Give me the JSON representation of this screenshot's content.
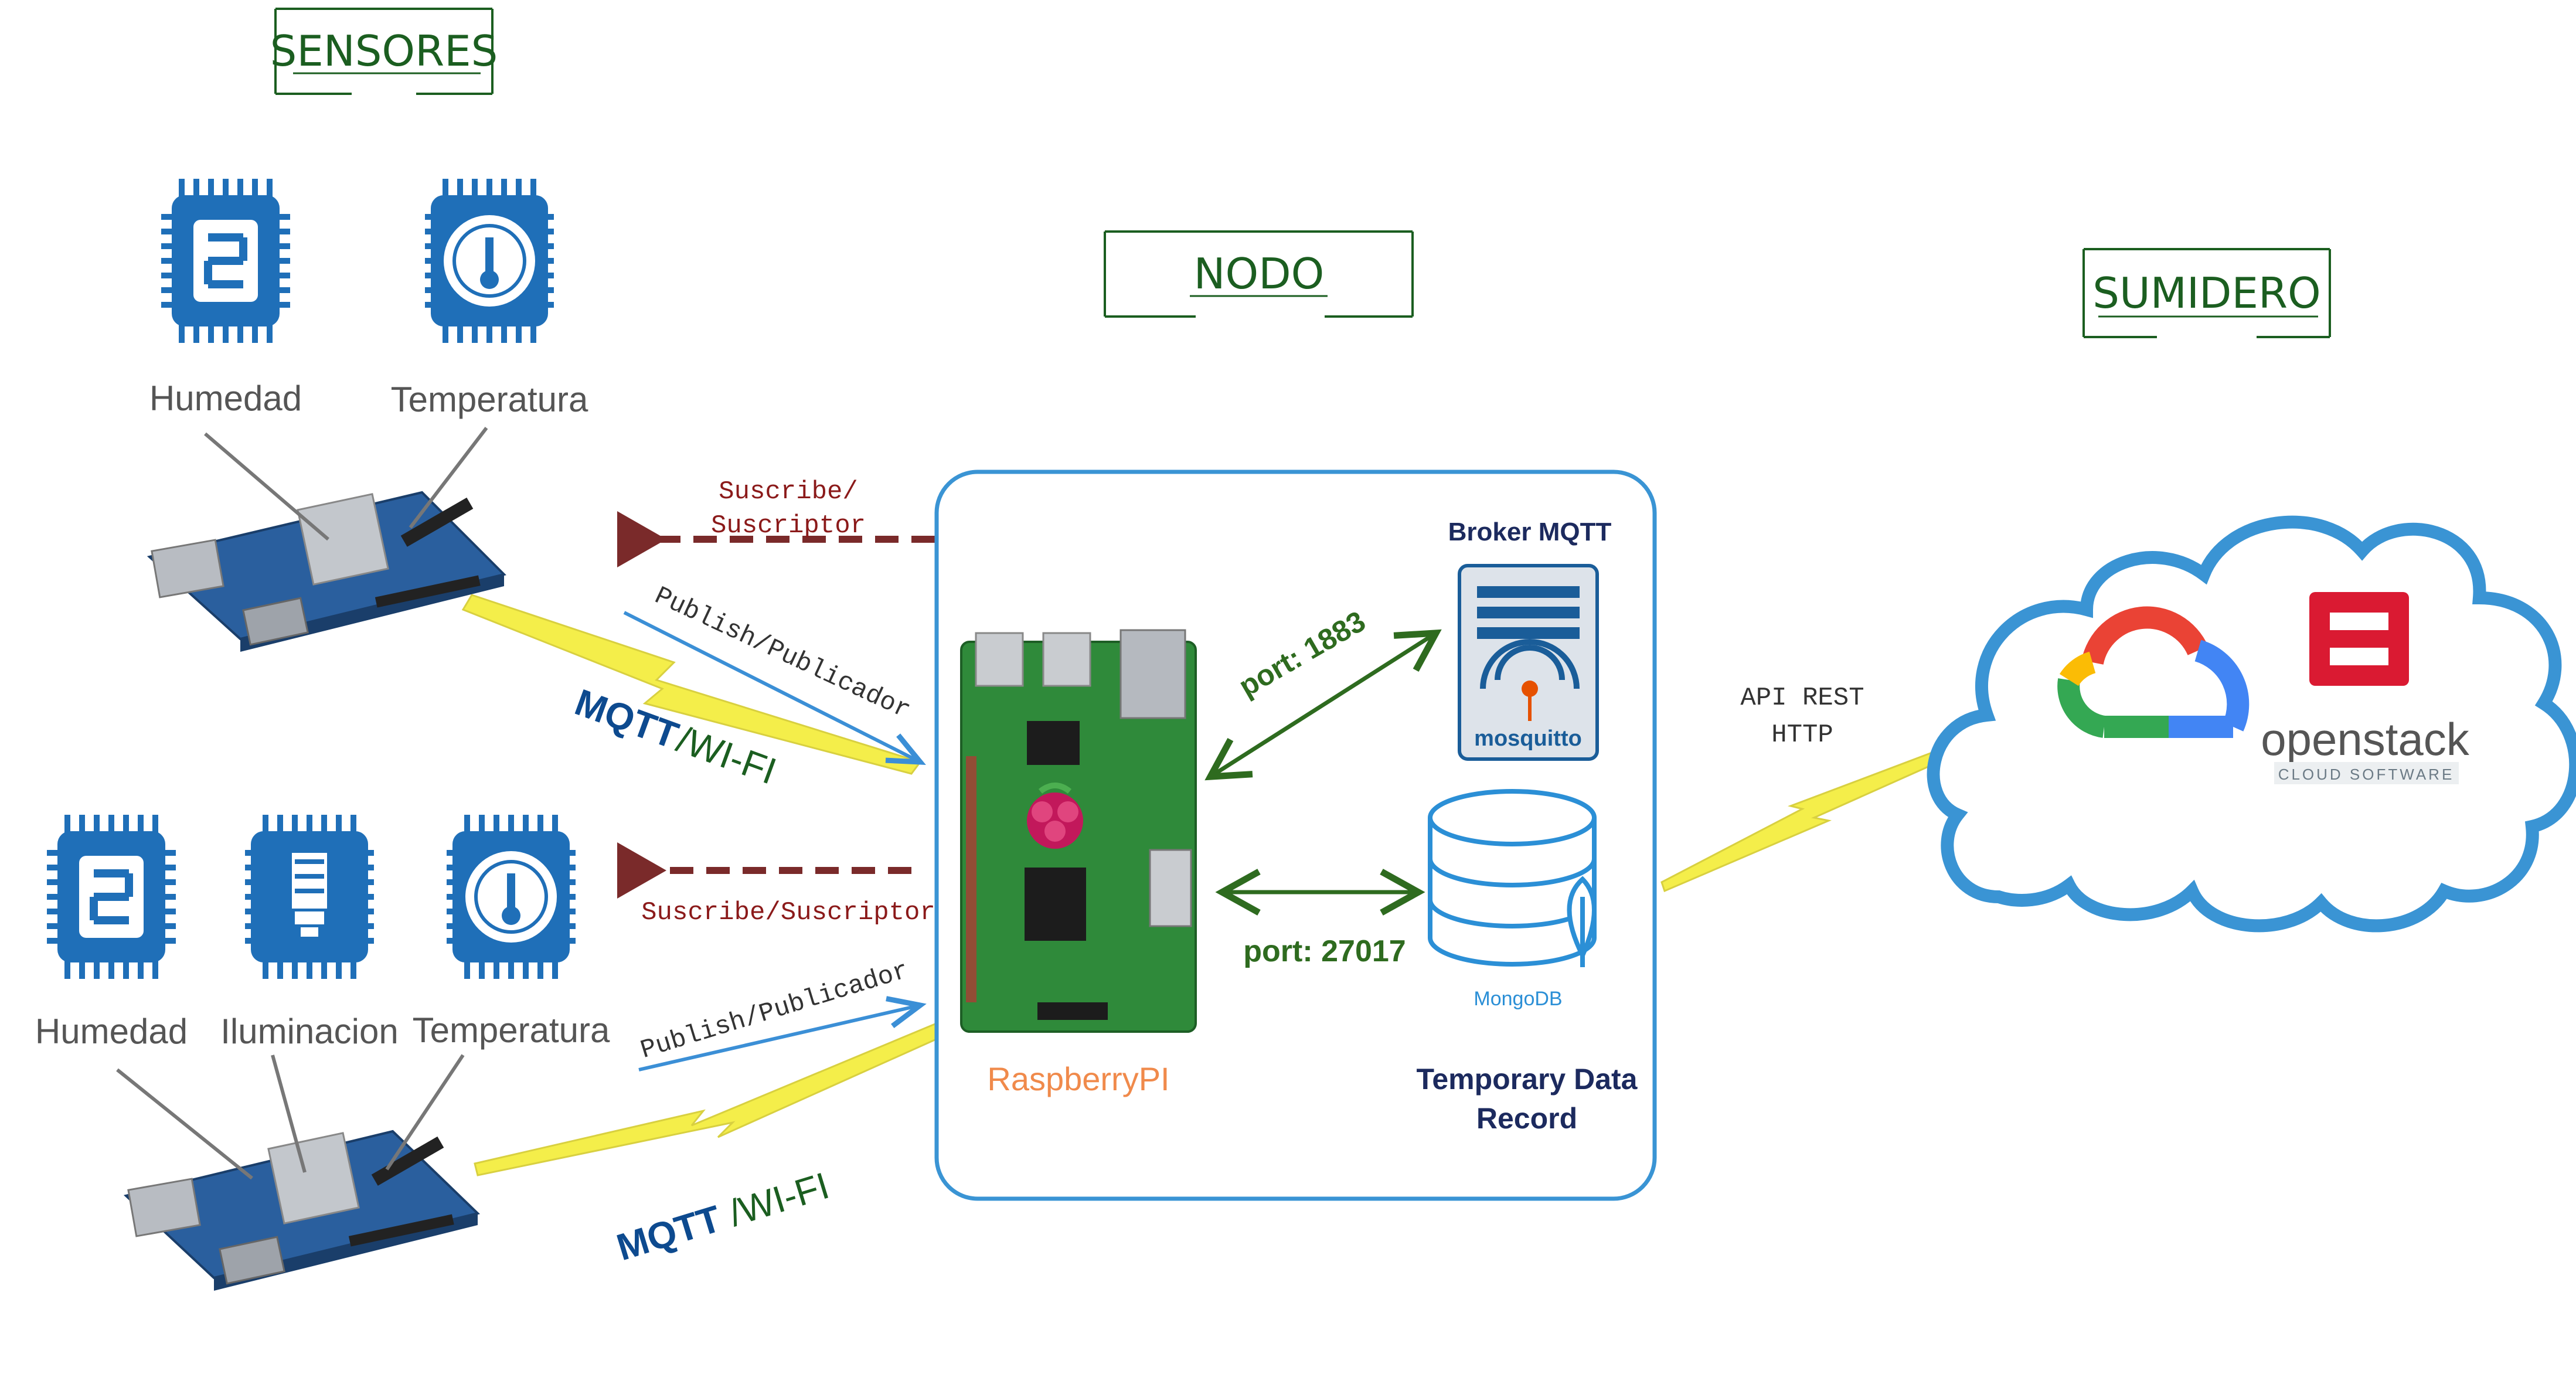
{
  "sections": {
    "sensores": "SENSORES",
    "nodo": "NODO",
    "sumidero": "SUMIDERO"
  },
  "sensors_top": {
    "humidity_label": "Humedad",
    "temperature_label": "Temperatura"
  },
  "sensors_bottom": {
    "humidity_label": "Humedad",
    "illumination_label": "Iluminacion",
    "temperature_label": "Temperatura"
  },
  "links": {
    "subscribe_top_line1": "Suscribe/",
    "subscribe_top_line2": "Suscriptor",
    "publish_top": "Publish/Publicador",
    "mqtt_top": "MQTT",
    "wifi_top": "/WI-FI",
    "subscribe_bottom": "Suscribe/Suscriptor",
    "publish_bottom": "Publish/Publicador",
    "mqtt_bottom": "MQTT",
    "wifi_bottom": "/WI-FI"
  },
  "node": {
    "raspberry_label": "RaspberryPI",
    "broker_title": "Broker MQTT",
    "mosquitto_label": "mosquitto",
    "port_broker": "port: 1883",
    "port_db": "port: 27017",
    "mongodb_label": "MongoDB",
    "temp_record_line1": "Temporary Data",
    "temp_record_line2": "Record"
  },
  "sink": {
    "api_line1": "API REST",
    "api_line2": "HTTP",
    "openstack_main": "openstack",
    "openstack_sub": "CLOUD SOFTWARE"
  },
  "colors": {
    "section_green": "#1b5e20",
    "chip_blue": "#1f6fb8",
    "dash_red": "#7a2a2a",
    "publish_blue": "#3b8fd6",
    "mqtt_blue": "#0d4a8f",
    "port_green": "#2e6b1f",
    "node_border": "#3a94d4",
    "raspberry_orange": "#f08a4b",
    "navy": "#1c2a5e",
    "lightning": "#f4ee4a"
  }
}
